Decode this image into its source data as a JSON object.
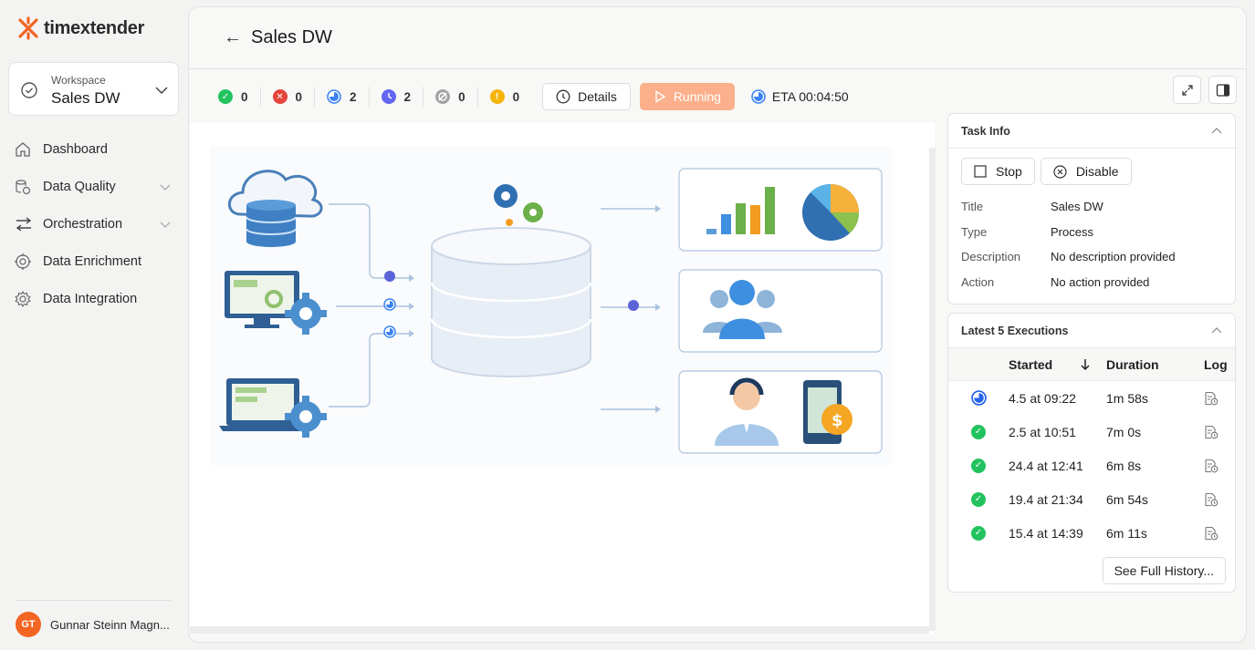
{
  "brand": {
    "name": "timextender",
    "accent": "#f26522"
  },
  "workspace": {
    "label": "Workspace",
    "value": "Sales DW"
  },
  "nav": [
    {
      "label": "Dashboard",
      "icon": "home-icon",
      "expandable": false
    },
    {
      "label": "Data Quality",
      "icon": "database-check-icon",
      "expandable": true
    },
    {
      "label": "Orchestration",
      "icon": "arrows-swap-icon",
      "expandable": true
    },
    {
      "label": "Data Enrichment",
      "icon": "target-icon",
      "expandable": false
    },
    {
      "label": "Data Integration",
      "icon": "gear-icon",
      "expandable": false
    }
  ],
  "user": {
    "initials": "GT",
    "name": "Gunnar Steinn Magn..."
  },
  "header": {
    "back": "←",
    "title": "Sales DW"
  },
  "stats": [
    {
      "kind": "success",
      "count": "0",
      "color": "#22c35e"
    },
    {
      "kind": "failed",
      "count": "0",
      "color": "#e5443b"
    },
    {
      "kind": "running",
      "count": "2",
      "color": "#3b82f6"
    },
    {
      "kind": "scheduled",
      "count": "2",
      "color": "#6366f1"
    },
    {
      "kind": "disabled",
      "count": "0",
      "color": "#9ca3af"
    },
    {
      "kind": "warning",
      "count": "0",
      "color": "#f5b40b"
    }
  ],
  "toolbar": {
    "details": "Details",
    "running": "Running",
    "eta": "ETA 00:04:50"
  },
  "taskInfo": {
    "title": "Task Info",
    "stop": "Stop",
    "disable": "Disable",
    "fields": [
      {
        "key": "Title",
        "value": "Sales DW"
      },
      {
        "key": "Type",
        "value": "Process"
      },
      {
        "key": "Description",
        "value": "No description provided"
      },
      {
        "key": "Action",
        "value": "No action provided"
      }
    ]
  },
  "executions": {
    "title": "Latest 5 Executions",
    "headers": {
      "started": "Started",
      "duration": "Duration",
      "log": "Log"
    },
    "rows": [
      {
        "status": "running",
        "started": "4.5 at 09:22",
        "duration": "1m 58s"
      },
      {
        "status": "success",
        "started": "2.5 at 10:51",
        "duration": "7m 0s"
      },
      {
        "status": "success",
        "started": "24.4 at 12:41",
        "duration": "6m 8s"
      },
      {
        "status": "success",
        "started": "19.4 at 21:34",
        "duration": "6m 54s"
      },
      {
        "status": "success",
        "started": "15.4 at 14:39",
        "duration": "6m 11s"
      }
    ],
    "seeAll": "See Full History..."
  }
}
